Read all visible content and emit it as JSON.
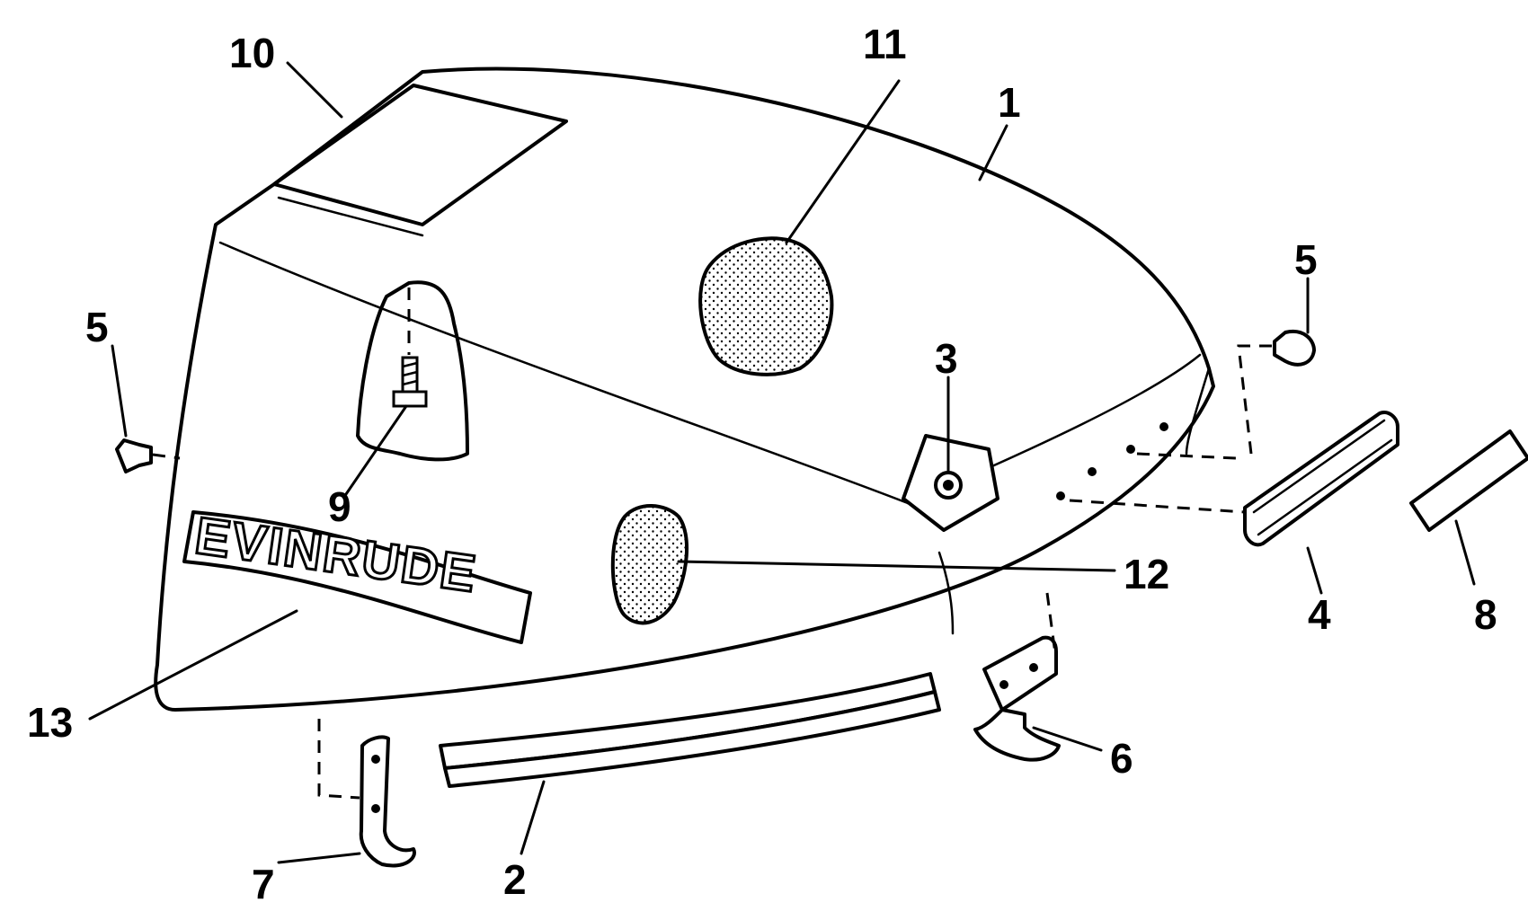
{
  "diagram": {
    "brand_decal": "EVINRUDE",
    "callouts": {
      "c1": "1",
      "c2": "2",
      "c3": "3",
      "c4": "4",
      "c5_left": "5",
      "c5_right": "5",
      "c6": "6",
      "c7": "7",
      "c8": "8",
      "c9": "9",
      "c10": "10",
      "c11": "11",
      "c12": "12",
      "c13": "13"
    }
  }
}
